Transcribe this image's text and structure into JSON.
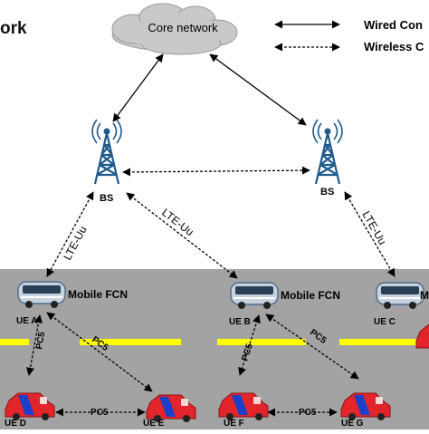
{
  "title_fragment": "ork",
  "core_network": "Core network",
  "legend": {
    "wired": "Wired Con",
    "wireless": "Wireless C"
  },
  "base_stations": [
    {
      "label": "BS"
    },
    {
      "label": "BS"
    }
  ],
  "links": {
    "uu_left": "LTE-Uu",
    "uu_middle": "LTE-Uu",
    "uu_right": "LTE-Uu",
    "pc5": "PC5"
  },
  "buses": [
    {
      "label": "Mobile FCN"
    },
    {
      "label": "Mobile FCN"
    },
    {
      "label": "M"
    }
  ],
  "ues": {
    "a": "UE A",
    "b": "UE B",
    "c": "UE C",
    "d": "UE D",
    "e": "UE E",
    "f": "UE F",
    "g": "UE G"
  },
  "colors": {
    "road": "#a3a3a3",
    "lane": "#ffff00",
    "cloud": "#c9c9c9",
    "tower": "#1f5a8c",
    "car": "#e1252b",
    "car_stripe": "#1b3fc9",
    "bus": "#c6d2de"
  }
}
